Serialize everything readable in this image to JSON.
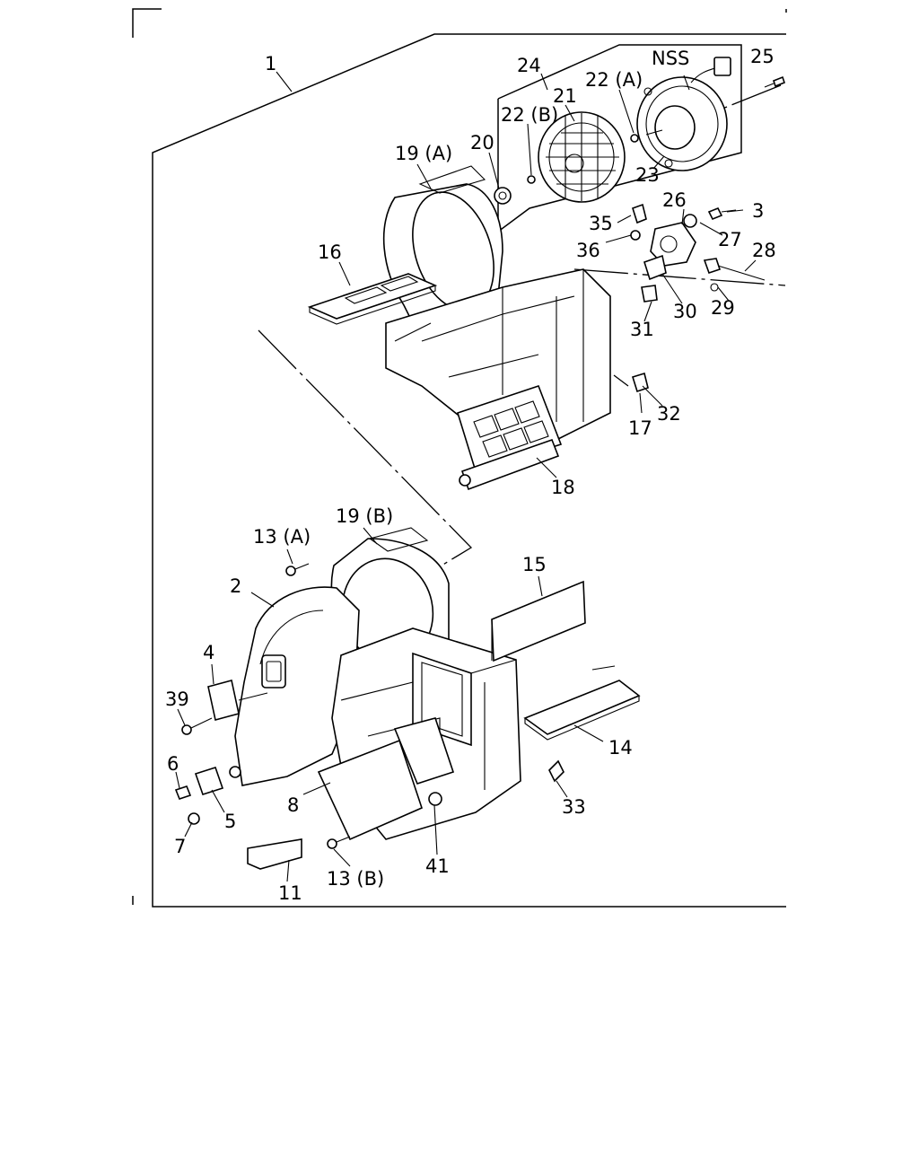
{
  "colors": {
    "line": "#000000",
    "background": "#ffffff"
  },
  "callouts": {
    "c1": "1",
    "c2": "2",
    "c3": "3",
    "c4": "4",
    "c5": "5",
    "c6": "6",
    "c7": "7",
    "c8": "8",
    "c11": "11",
    "c13a": "13 (A)",
    "c13b": "13 (B)",
    "c14": "14",
    "c15": "15",
    "c16": "16",
    "c17": "17",
    "c18": "18",
    "c19a": "19 (A)",
    "c19b": "19 (B)",
    "c20": "20",
    "c21": "21",
    "c22a": "22 (A)",
    "c22b": "22 (B)",
    "c23": "23",
    "c24": "24",
    "c25": "25",
    "c26": "26",
    "c27": "27",
    "c28": "28",
    "c29": "29",
    "c30": "30",
    "c31": "31",
    "c32": "32",
    "c33": "33",
    "c35": "35",
    "c36": "36",
    "c39": "39",
    "c41": "41",
    "nss": "NSS"
  }
}
